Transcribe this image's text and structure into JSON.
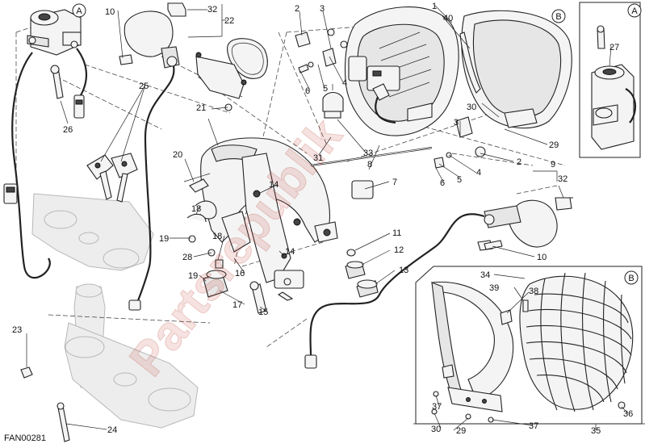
{
  "figure_code": "FAN00281",
  "watermark_text": "Partsrepublik",
  "detail_markers": [
    "A",
    "B"
  ],
  "callouts": [
    "1",
    "2",
    "3",
    "4",
    "5",
    "6",
    "7",
    "8",
    "9",
    "10",
    "11",
    "12",
    "13",
    "14",
    "15",
    "16",
    "17",
    "18",
    "19",
    "20",
    "21",
    "22",
    "23",
    "24",
    "25",
    "26",
    "27",
    "28",
    "29",
    "30",
    "31",
    "32",
    "33",
    "34",
    "35",
    "36",
    "37",
    "38",
    "39",
    "40"
  ]
}
